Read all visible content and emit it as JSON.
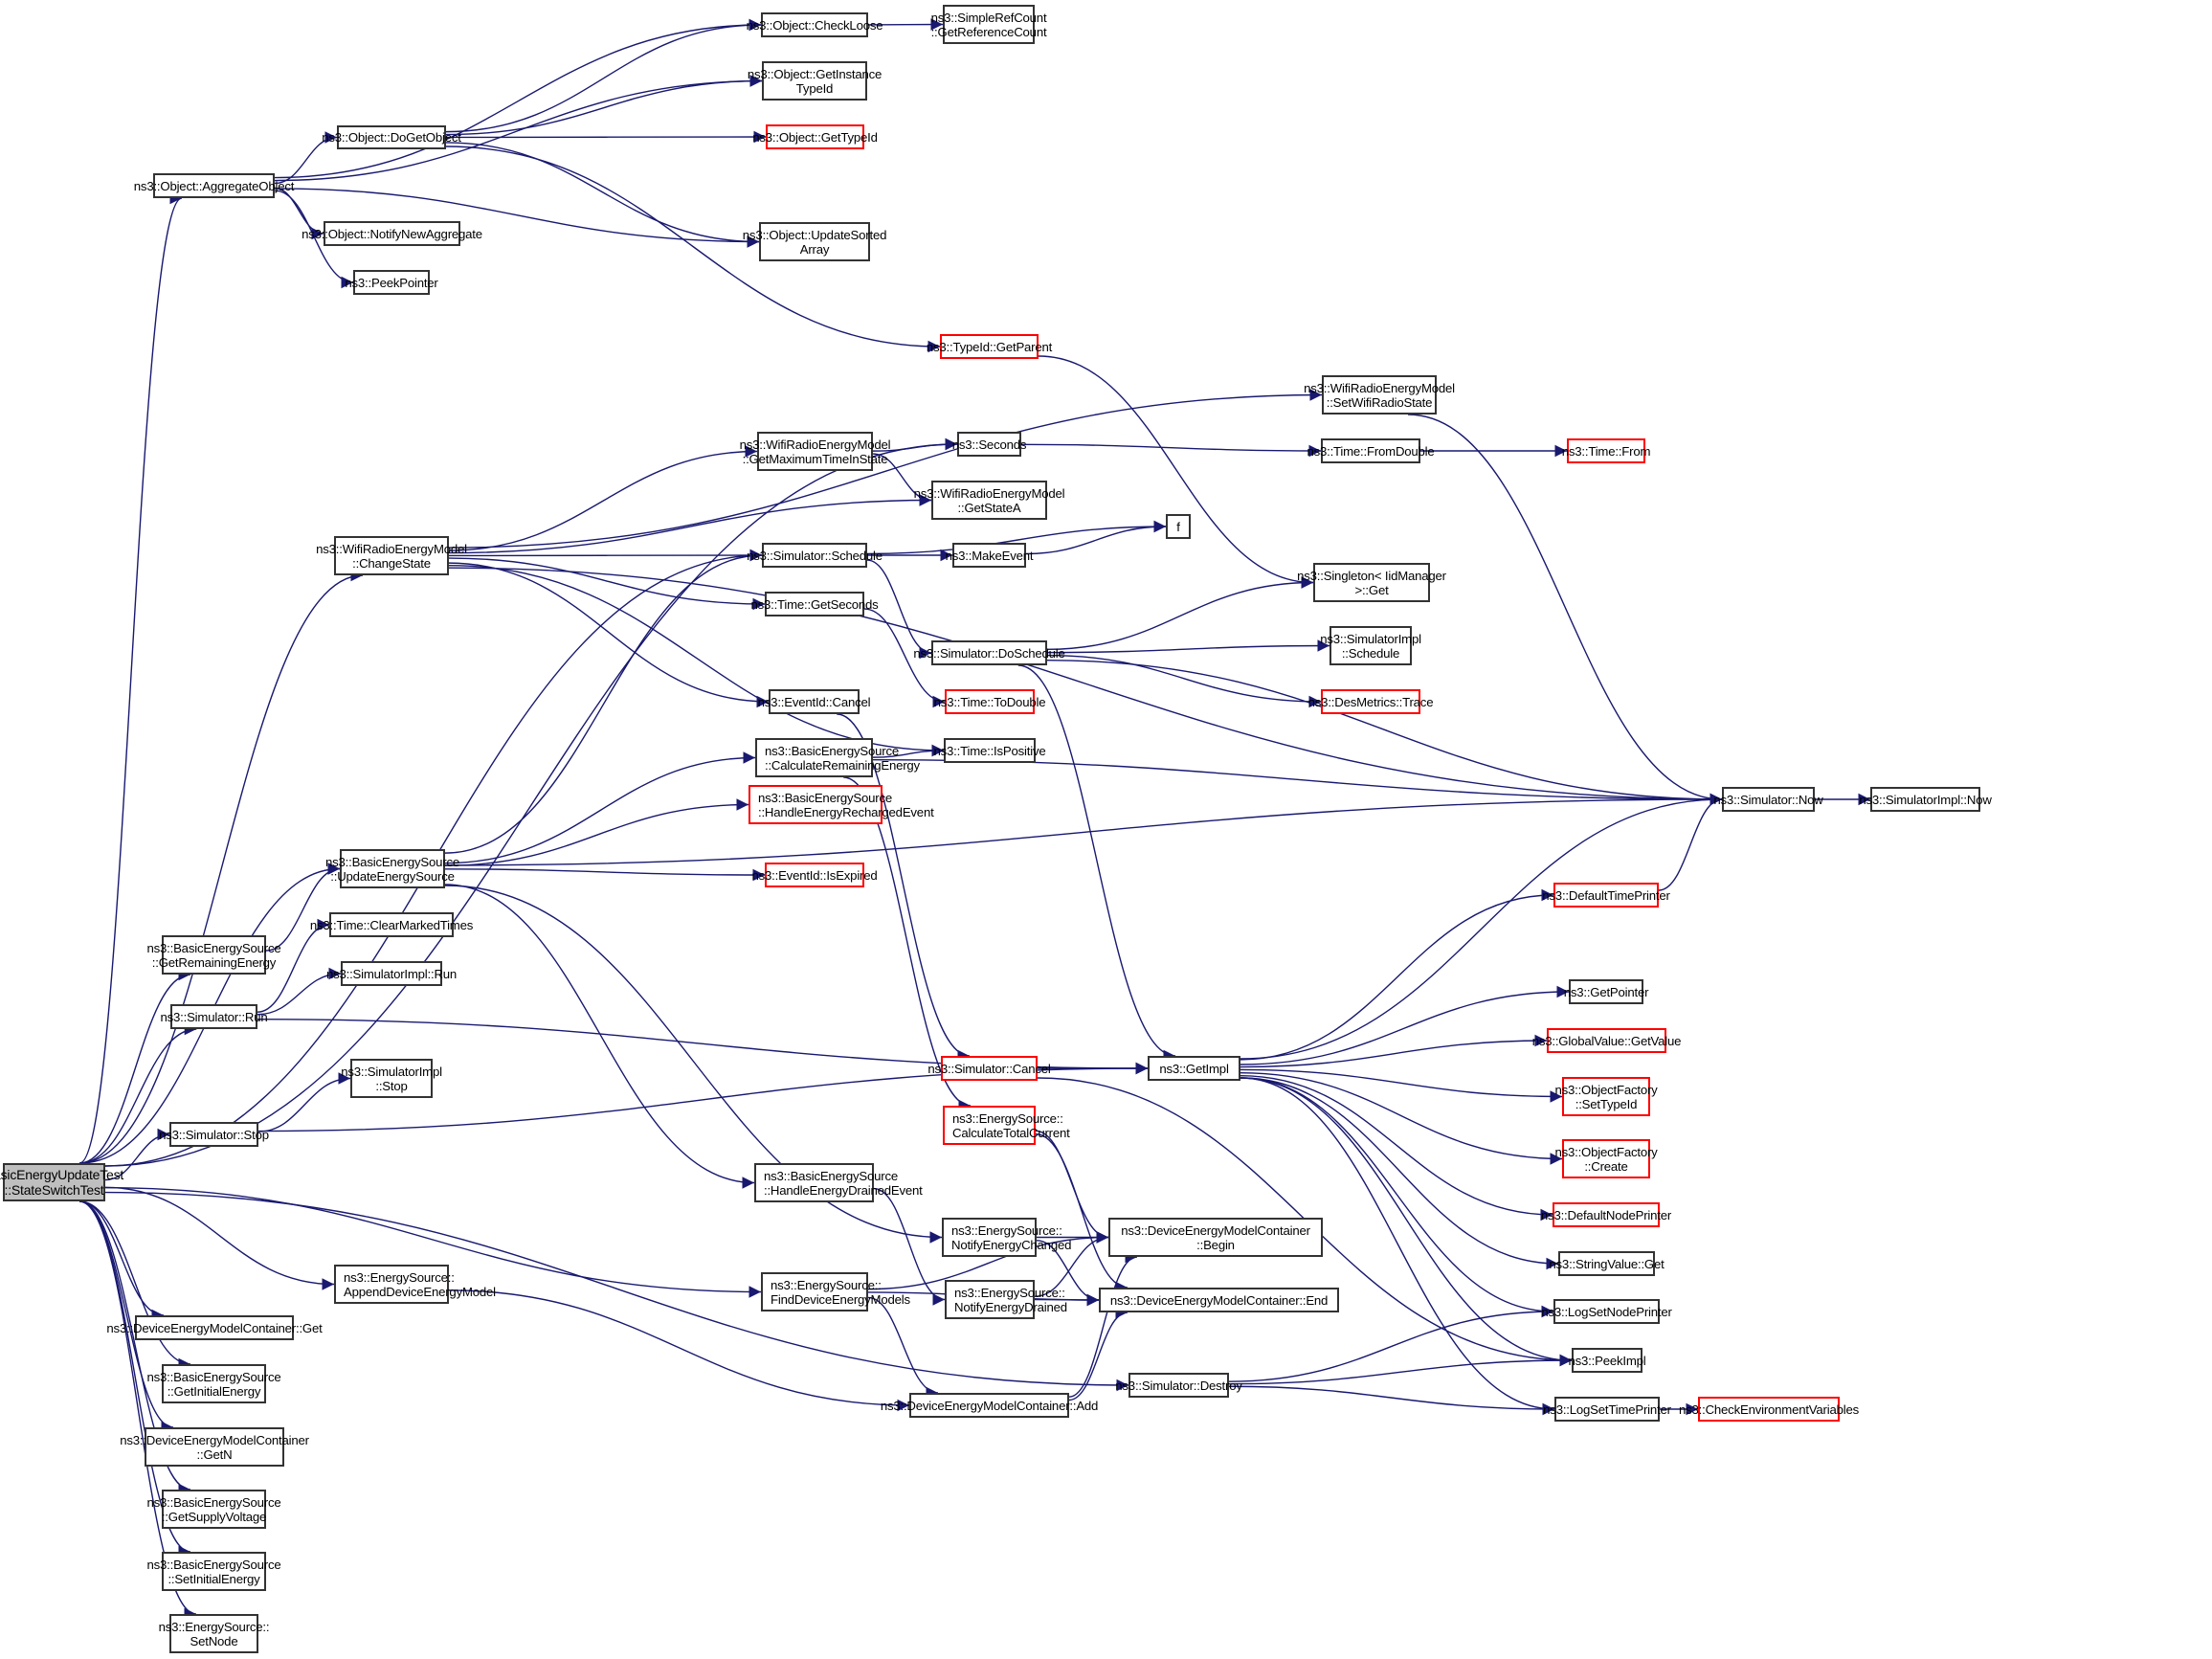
{
  "title": "Call graph: BasicEnergyUpdateTest::StateSwitchTest",
  "colors": {
    "edge": "#191970",
    "border": "#333333",
    "undocumented_border": "#ff0000",
    "root_fill": "#bfbfbf"
  },
  "nodes": {
    "root": {
      "label": "BasicEnergyUpdateTest\n::StateSwitchTest",
      "kind": "root"
    },
    "aggregate": {
      "label": "ns3::Object::AggregateObject",
      "kind": "normal"
    },
    "dogetobject": {
      "label": "ns3::Object::DoGetObject",
      "kind": "normal"
    },
    "checkloose": {
      "label": "ns3::Object::CheckLoose",
      "kind": "normal"
    },
    "getrefcount": {
      "label": "ns3::SimpleRefCount\n::GetReferenceCount",
      "kind": "normal"
    },
    "getinstancetypeid": {
      "label": "ns3::Object::GetInstance\nTypeId",
      "kind": "normal"
    },
    "objgettypeid": {
      "label": "ns3::Object::GetTypeId",
      "kind": "undocumented"
    },
    "updatesortedarray": {
      "label": "ns3::Object::UpdateSorted\nArray",
      "kind": "normal"
    },
    "notifynewaggregate": {
      "label": "ns3::Object::NotifyNewAggregate",
      "kind": "normal"
    },
    "peekpointer": {
      "label": "ns3::PeekPointer",
      "kind": "normal"
    },
    "typeidgetparent": {
      "label": "ns3::TypeId::GetParent",
      "kind": "undocumented"
    },
    "setwifiradiostate": {
      "label": "ns3::WifiRadioEnergyModel\n::SetWifiRadioState",
      "kind": "normal"
    },
    "getmaxtimeinstate": {
      "label": "ns3::WifiRadioEnergyModel\n::GetMaximumTimeInState",
      "kind": "normal"
    },
    "seconds": {
      "label": "ns3::Seconds",
      "kind": "normal"
    },
    "fromdouble": {
      "label": "ns3::Time::FromDouble",
      "kind": "normal"
    },
    "timefrom": {
      "label": "ns3::Time::From",
      "kind": "undocumented"
    },
    "getstatea": {
      "label": "ns3::WifiRadioEnergyModel\n::GetStateA",
      "kind": "normal"
    },
    "changestate": {
      "label": "ns3::WifiRadioEnergyModel\n::ChangeState",
      "kind": "normal"
    },
    "schedule": {
      "label": "ns3::Simulator::Schedule",
      "kind": "normal"
    },
    "makeevent": {
      "label": "ns3::MakeEvent",
      "kind": "normal"
    },
    "f": {
      "label": "f",
      "kind": "normal"
    },
    "singletonget": {
      "label": "ns3::Singleton< IidManager\n>::Get",
      "kind": "normal"
    },
    "getseconds": {
      "label": "ns3::Time::GetSeconds",
      "kind": "normal"
    },
    "doschedule": {
      "label": "ns3::Simulator::DoSchedule",
      "kind": "normal"
    },
    "simimplschedule": {
      "label": "ns3::SimulatorImpl\n::Schedule",
      "kind": "normal"
    },
    "todouble": {
      "label": "ns3::Time::ToDouble",
      "kind": "undocumented"
    },
    "desmetricstrace": {
      "label": "ns3::DesMetrics::Trace",
      "kind": "undocumented"
    },
    "eventidcancel": {
      "label": "ns3::EventId::Cancel",
      "kind": "normal"
    },
    "calcremaining": {
      "label": "ns3::BasicEnergySource\n::CalculateRemainingEnergy",
      "kind": "normal",
      "align": "left"
    },
    "ispositive": {
      "label": "ns3::Time::IsPositive",
      "kind": "normal"
    },
    "simnow": {
      "label": "ns3::Simulator::Now",
      "kind": "normal"
    },
    "simimplnow": {
      "label": "ns3::SimulatorImpl::Now",
      "kind": "normal"
    },
    "handlerecharged": {
      "label": "ns3::BasicEnergySource\n::HandleEnergyRechargedEvent",
      "kind": "undocumented",
      "align": "left"
    },
    "updateenergysource": {
      "label": "ns3::BasicEnergySource\n::UpdateEnergySource",
      "kind": "normal"
    },
    "isexpired": {
      "label": "ns3::EventId::IsExpired",
      "kind": "undocumented"
    },
    "getremaining": {
      "label": "ns3::BasicEnergySource\n::GetRemainingEnergy",
      "kind": "normal"
    },
    "clearmarkedtimes": {
      "label": "ns3::Time::ClearMarkedTimes",
      "kind": "normal"
    },
    "simimplrun": {
      "label": "ns3::SimulatorImpl::Run",
      "kind": "normal"
    },
    "simrun": {
      "label": "ns3::Simulator::Run",
      "kind": "normal"
    },
    "defaulttimeprinter": {
      "label": "ns3::DefaultTimePrinter",
      "kind": "undocumented"
    },
    "getpointer": {
      "label": "ns3::GetPointer",
      "kind": "normal"
    },
    "simimplstop": {
      "label": "ns3::SimulatorImpl\n::Stop",
      "kind": "normal"
    },
    "globalvaluegetvalue": {
      "label": "ns3::GlobalValue::GetValue",
      "kind": "undocumented"
    },
    "simcancel": {
      "label": "ns3::Simulator::Cancel",
      "kind": "undocumented"
    },
    "getimpl": {
      "label": "ns3::GetImpl",
      "kind": "normal"
    },
    "objfactorysettypeid": {
      "label": "ns3::ObjectFactory\n::SetTypeId",
      "kind": "undocumented"
    },
    "simstop": {
      "label": "ns3::Simulator::Stop",
      "kind": "normal"
    },
    "calctotalcurrent": {
      "label": "ns3::EnergySource::\nCalculateTotalCurrent",
      "kind": "undocumented",
      "align": "left"
    },
    "objfactorycreate": {
      "label": "ns3::ObjectFactory\n::Create",
      "kind": "undocumented"
    },
    "handledrained": {
      "label": "ns3::BasicEnergySource\n::HandleEnergyDrainedEvent",
      "kind": "normal",
      "align": "left"
    },
    "defaultnodeprinter": {
      "label": "ns3::DefaultNodePrinter",
      "kind": "undocumented"
    },
    "notifychanged": {
      "label": "ns3::EnergySource::\nNotifyEnergyChanged",
      "kind": "normal",
      "align": "left"
    },
    "demcbegin": {
      "label": "ns3::DeviceEnergyModelContainer\n::Begin",
      "kind": "normal"
    },
    "stringvalueget": {
      "label": "ns3::StringValue::Get",
      "kind": "normal"
    },
    "appenddem": {
      "label": "ns3::EnergySource::\nAppendDeviceEnergyModel",
      "kind": "normal",
      "align": "left"
    },
    "finddems": {
      "label": "ns3::EnergySource::\nFindDeviceEnergyModels",
      "kind": "normal",
      "align": "left"
    },
    "notifydrained": {
      "label": "ns3::EnergySource::\nNotifyEnergyDrained",
      "kind": "normal",
      "align": "left"
    },
    "demcend": {
      "label": "ns3::DeviceEnergyModelContainer::End",
      "kind": "normal"
    },
    "logsetnodeprinter": {
      "label": "ns3::LogSetNodePrinter",
      "kind": "normal"
    },
    "demcget": {
      "label": "ns3::DeviceEnergyModelContainer::Get",
      "kind": "normal"
    },
    "peekimpl": {
      "label": "ns3::PeekImpl",
      "kind": "normal"
    },
    "getinitialenergy": {
      "label": "ns3::BasicEnergySource\n::GetInitialEnergy",
      "kind": "normal"
    },
    "simdestroy": {
      "label": "ns3::Simulator::Destroy",
      "kind": "normal"
    },
    "demcadd": {
      "label": "ns3::DeviceEnergyModelContainer::Add",
      "kind": "normal"
    },
    "logsettimeprinter": {
      "label": "ns3::LogSetTimePrinter",
      "kind": "normal"
    },
    "checkenvvars": {
      "label": "ns3::CheckEnvironmentVariables",
      "kind": "undocumented"
    },
    "demcgetn": {
      "label": "ns3::DeviceEnergyModelContainer\n::GetN",
      "kind": "normal"
    },
    "getsupplyvoltage": {
      "label": "ns3::BasicEnergySource\n::GetSupplyVoltage",
      "kind": "normal"
    },
    "setinitialenergy": {
      "label": "ns3::BasicEnergySource\n::SetInitialEnergy",
      "kind": "normal"
    },
    "setnode": {
      "label": "ns3::EnergySource::\nSetNode",
      "kind": "normal"
    }
  },
  "edges": [
    [
      "root",
      "aggregate"
    ],
    [
      "root",
      "changestate"
    ],
    [
      "root",
      "schedule"
    ],
    [
      "root",
      "seconds"
    ],
    [
      "root",
      "updateenergysource"
    ],
    [
      "root",
      "getremaining"
    ],
    [
      "root",
      "simrun"
    ],
    [
      "root",
      "simstop"
    ],
    [
      "root",
      "appenddem"
    ],
    [
      "root",
      "finddems"
    ],
    [
      "root",
      "demcget"
    ],
    [
      "root",
      "getinitialenergy"
    ],
    [
      "root",
      "demcgetn"
    ],
    [
      "root",
      "getsupplyvoltage"
    ],
    [
      "root",
      "setinitialenergy"
    ],
    [
      "root",
      "setnode"
    ],
    [
      "root",
      "simdestroy"
    ],
    [
      "aggregate",
      "checkloose"
    ],
    [
      "aggregate",
      "getinstancetypeid"
    ],
    [
      "aggregate",
      "dogetobject"
    ],
    [
      "aggregate",
      "updatesortedarray"
    ],
    [
      "aggregate",
      "notifynewaggregate"
    ],
    [
      "aggregate",
      "peekpointer"
    ],
    [
      "dogetobject",
      "checkloose"
    ],
    [
      "dogetobject",
      "getinstancetypeid"
    ],
    [
      "dogetobject",
      "objgettypeid"
    ],
    [
      "dogetobject",
      "updatesortedarray"
    ],
    [
      "dogetobject",
      "typeidgetparent"
    ],
    [
      "checkloose",
      "getrefcount"
    ],
    [
      "typeidgetparent",
      "singletonget"
    ],
    [
      "changestate",
      "setwifiradiostate"
    ],
    [
      "changestate",
      "getmaxtimeinstate"
    ],
    [
      "changestate",
      "getstatea"
    ],
    [
      "changestate",
      "schedule"
    ],
    [
      "changestate",
      "getseconds"
    ],
    [
      "changestate",
      "eventidcancel"
    ],
    [
      "changestate",
      "ispositive"
    ],
    [
      "changestate",
      "simnow"
    ],
    [
      "setwifiradiostate",
      "simnow"
    ],
    [
      "getmaxtimeinstate",
      "seconds"
    ],
    [
      "getmaxtimeinstate",
      "getstatea"
    ],
    [
      "seconds",
      "fromdouble"
    ],
    [
      "fromdouble",
      "timefrom"
    ],
    [
      "schedule",
      "makeevent"
    ],
    [
      "schedule",
      "f"
    ],
    [
      "schedule",
      "doschedule"
    ],
    [
      "makeevent",
      "f"
    ],
    [
      "getseconds",
      "todouble"
    ],
    [
      "doschedule",
      "singletonget"
    ],
    [
      "doschedule",
      "simimplschedule"
    ],
    [
      "doschedule",
      "desmetricstrace"
    ],
    [
      "doschedule",
      "getimpl"
    ],
    [
      "doschedule",
      "simnow"
    ],
    [
      "eventidcancel",
      "simcancel"
    ],
    [
      "calcremaining",
      "ispositive"
    ],
    [
      "calcremaining",
      "simnow"
    ],
    [
      "calcremaining",
      "calctotalcurrent"
    ],
    [
      "simnow",
      "simimplnow"
    ],
    [
      "updateenergysource",
      "schedule"
    ],
    [
      "updateenergysource",
      "calcremaining"
    ],
    [
      "updateenergysource",
      "handlerecharged"
    ],
    [
      "updateenergysource",
      "isexpired"
    ],
    [
      "updateenergysource",
      "simnow"
    ],
    [
      "updateenergysource",
      "handledrained"
    ],
    [
      "updateenergysource",
      "notifychanged"
    ],
    [
      "getremaining",
      "updateenergysource"
    ],
    [
      "simrun",
      "clearmarkedtimes"
    ],
    [
      "simrun",
      "simimplrun"
    ],
    [
      "simrun",
      "getimpl"
    ],
    [
      "simstop",
      "simimplstop"
    ],
    [
      "simstop",
      "getimpl"
    ],
    [
      "simcancel",
      "getimpl"
    ],
    [
      "simcancel",
      "peekimpl"
    ],
    [
      "getimpl",
      "defaulttimeprinter"
    ],
    [
      "getimpl",
      "simnow"
    ],
    [
      "getimpl",
      "getpointer"
    ],
    [
      "getimpl",
      "globalvaluegetvalue"
    ],
    [
      "getimpl",
      "objfactorysettypeid"
    ],
    [
      "getimpl",
      "objfactorycreate"
    ],
    [
      "getimpl",
      "defaultnodeprinter"
    ],
    [
      "getimpl",
      "stringvalueget"
    ],
    [
      "getimpl",
      "logsetnodeprinter"
    ],
    [
      "getimpl",
      "peekimpl"
    ],
    [
      "getimpl",
      "logsettimeprinter"
    ],
    [
      "defaulttimeprinter",
      "simnow"
    ],
    [
      "calctotalcurrent",
      "demcbegin"
    ],
    [
      "calctotalcurrent",
      "demcend"
    ],
    [
      "handledrained",
      "notifydrained"
    ],
    [
      "notifychanged",
      "demcbegin"
    ],
    [
      "notifychanged",
      "demcend"
    ],
    [
      "notifydrained",
      "demcbegin"
    ],
    [
      "notifydrained",
      "demcend"
    ],
    [
      "finddems",
      "demcbegin"
    ],
    [
      "finddems",
      "demcend"
    ],
    [
      "finddems",
      "demcadd"
    ],
    [
      "appenddem",
      "demcadd"
    ],
    [
      "demcadd",
      "demcbegin"
    ],
    [
      "demcadd",
      "demcend"
    ],
    [
      "simdestroy",
      "logsetnodeprinter"
    ],
    [
      "simdestroy",
      "peekimpl"
    ],
    [
      "simdestroy",
      "logsettimeprinter"
    ],
    [
      "logsettimeprinter",
      "checkenvvars"
    ]
  ]
}
